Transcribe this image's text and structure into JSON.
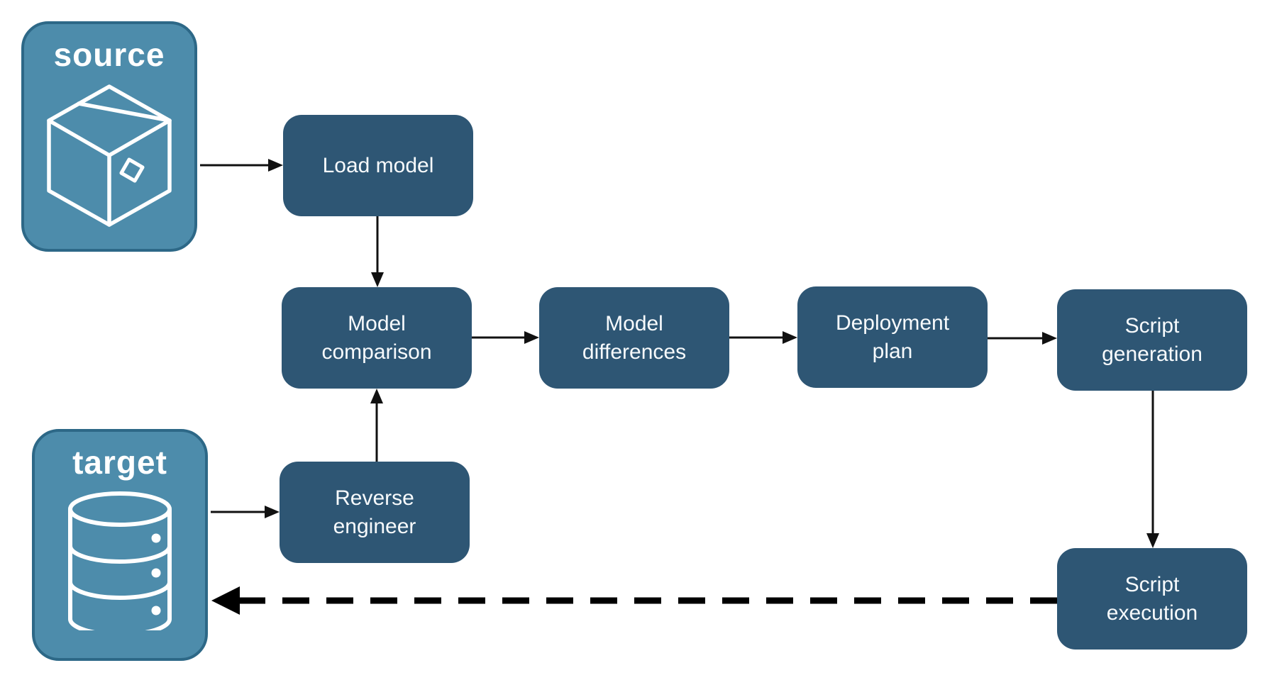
{
  "diagram": {
    "endpoints": {
      "source": {
        "label": "source",
        "icon": "package-icon"
      },
      "target": {
        "label": "target",
        "icon": "database-icon"
      }
    },
    "nodes": {
      "load_model": {
        "label": "Load model"
      },
      "model_comparison": {
        "label": "Model comparison"
      },
      "model_differences": {
        "label": "Model differences"
      },
      "deployment_plan": {
        "label": "Deployment plan"
      },
      "script_generation": {
        "label": "Script generation"
      },
      "reverse_engineer": {
        "label": "Reverse engineer"
      },
      "script_execution": {
        "label": "Script execution"
      }
    },
    "edges": [
      {
        "from": "source",
        "to": "load_model",
        "style": "solid"
      },
      {
        "from": "load_model",
        "to": "model_comparison",
        "style": "solid"
      },
      {
        "from": "model_comparison",
        "to": "model_differences",
        "style": "solid"
      },
      {
        "from": "model_differences",
        "to": "deployment_plan",
        "style": "solid"
      },
      {
        "from": "deployment_plan",
        "to": "script_generation",
        "style": "solid"
      },
      {
        "from": "script_generation",
        "to": "script_execution",
        "style": "solid"
      },
      {
        "from": "target",
        "to": "reverse_engineer",
        "style": "solid"
      },
      {
        "from": "reverse_engineer",
        "to": "model_comparison",
        "style": "solid"
      },
      {
        "from": "script_execution",
        "to": "target",
        "style": "dashed"
      }
    ],
    "colors": {
      "node_fill": "#2E5674",
      "endpoint_fill": "#4D8CAB",
      "endpoint_border": "#2D6887",
      "label_text": "#FFFFFF",
      "arrow": "#000000",
      "background": "#FFFFFF"
    }
  }
}
